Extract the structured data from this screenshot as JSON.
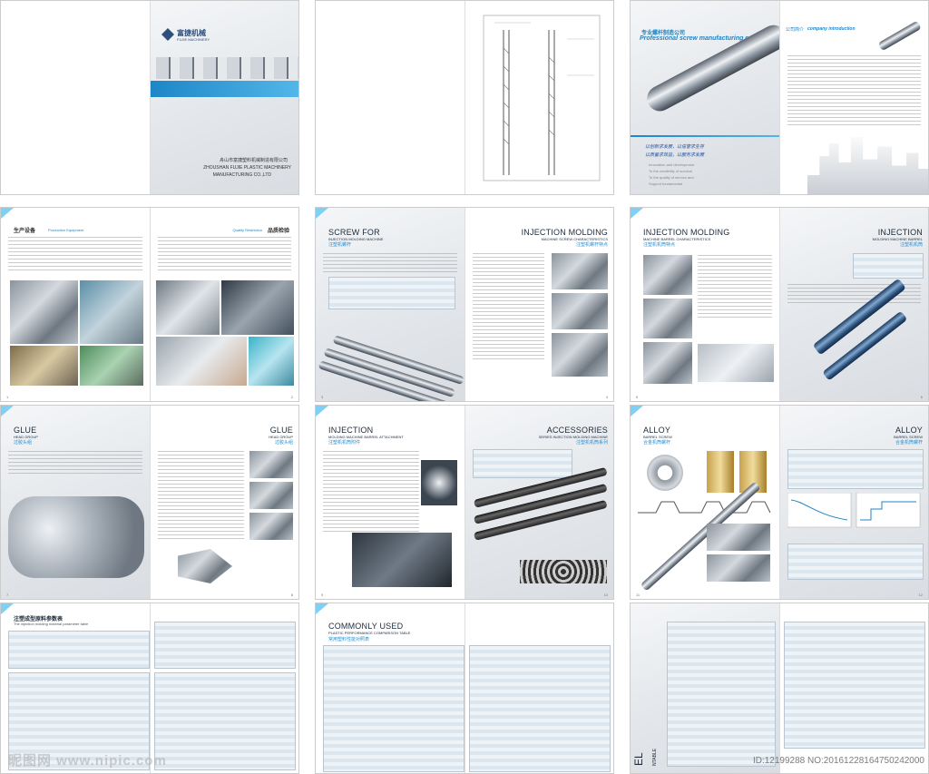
{
  "cover": {
    "logo_cn": "富捷机械",
    "logo_en": "FUJIE MACHINERY",
    "company_cn": "舟山市富捷塑料机械制造有限公司",
    "company_en_1": "ZHOUSHAN FUJIE PLASTIC MACHINERY",
    "company_en_2": "MANUFACTURING CO.,LTD"
  },
  "company_intro": {
    "heading_cn": "专业螺杆制造公司",
    "heading_en": "Professional screw manufacturing company",
    "slogan_cn_1": "以创新求发展，以信誉求生存",
    "slogan_cn_2": "以质量求效益，以服务求发展",
    "slogan_en": [
      "Innovation and development",
      "To the credibility of survival",
      "To the quality of service and",
      "Support fundamental"
    ],
    "intro_cn": "公司简介",
    "intro_en": "company introduction"
  },
  "production": {
    "title_left_cn": "生产设备",
    "title_left_en": "Production Equipment",
    "title_right_cn": "品质检验",
    "title_right_en": "Quality Restriction",
    "page_left": "1",
    "page_right": "2"
  },
  "screw_for": {
    "title_l": "SCREW FOR",
    "sub_l": "INJECTION MOLDING MACHINE",
    "cn_l": "注塑机螺杆",
    "title_r": "INJECTION MOLDING",
    "sub_r": "MACHINE SCREW CHARACTERISTICS",
    "cn_r": "注塑机螺杆特点",
    "page_left": "3",
    "page_right": "4"
  },
  "barrel": {
    "title_l": "INJECTION MOLDING",
    "sub_l": "MACHINE BARREL CHARACTERISTICS",
    "cn_l": "注塑机机筒特点",
    "title_r": "INJECTION",
    "sub_r": "MOLDING MACHINE BARREL",
    "cn_r": "注塑机机筒",
    "page_left": "5",
    "page_right": "6"
  },
  "glue": {
    "title_l": "GLUE",
    "sub_l": "HEAD GROUP",
    "cn_l": "过胶头组",
    "title_r": "GLUE",
    "sub_r": "HEAD GROUP",
    "cn_r": "过胶头组",
    "page_left": "7",
    "page_right": "8"
  },
  "attachment": {
    "title_l": "INJECTION",
    "sub_l": "MOLDING MACHINE BARREL ATTACHMENT",
    "cn_l": "注塑机机筒附件",
    "title_r": "ACCESSORIES",
    "sub_r": "SERIES INJECTION MOLDING MACHINE",
    "cn_r": "注塑机机筒系列",
    "page_left": "9",
    "page_right": "10"
  },
  "alloy": {
    "title_l": "ALLOY",
    "sub_l": "BARREL SCREW",
    "cn_l": "合金机筒螺杆",
    "title_r": "ALLOY",
    "sub_r": "BARREL SCREW",
    "cn_r": "合金机筒螺杆",
    "page_left": "11",
    "page_right": "12"
  },
  "materials": {
    "title_cn": "注塑成型原料参数表",
    "title_en": "The injection molding material parameter table"
  },
  "common": {
    "title": "COMMONLY USED",
    "sub": "PLASTIC PERFORMANCE COMPARISON TABLE",
    "cn": "常用塑料性能对照表"
  },
  "last": {
    "side_1": "EL",
    "side_2": "NTABLE"
  },
  "watermark": "昵图网 www.nipic.com",
  "image_id": "ID:12199288 NO:20161228164750242000"
}
